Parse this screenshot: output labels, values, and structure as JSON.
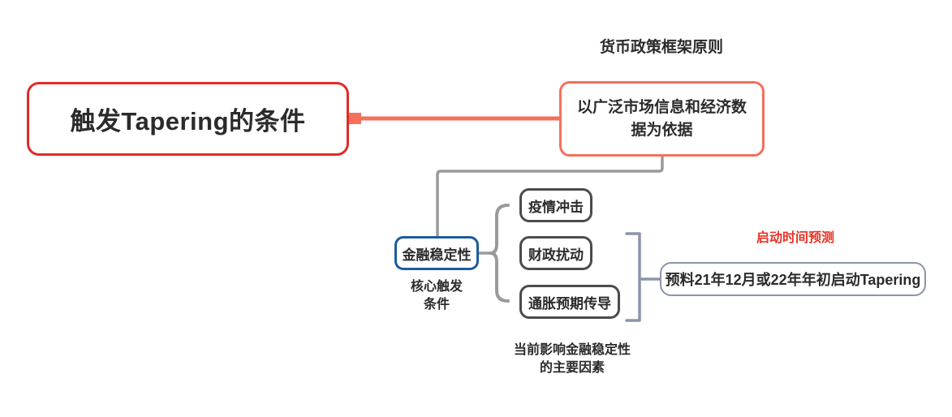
{
  "diagram": {
    "title": "触发Tapering的条件",
    "type": "mindmap",
    "colors": {
      "root_border": "#e02b28",
      "principle_border": "#f4705d",
      "stability_border": "#1c5ca0",
      "factor_border": "#4b4b4b",
      "forecast_border": "#8b94a8",
      "connector_red": "#f4705d",
      "connector_gray": "#9a9a9a",
      "connector_slate": "#8b94a8",
      "forecast_label": "#ea3323",
      "text": "#2b2b2b",
      "background": "#ffffff"
    }
  },
  "root": {
    "label": "触发Tapering的条件"
  },
  "principle": {
    "caption": "货币政策框架原则",
    "label": "以广泛市场信息和经济数据为依据"
  },
  "stability": {
    "label": "金融稳定性",
    "caption": "核心触发\n条件"
  },
  "factors": {
    "caption": "当前影响金融稳定性\n的主要因素",
    "items": [
      {
        "label": "疫情冲击"
      },
      {
        "label": "财政扰动"
      },
      {
        "label": "通胀预期传导"
      }
    ]
  },
  "forecast": {
    "caption": "启动时间预测",
    "label": "预料21年12月或22年年初启动Tapering"
  }
}
